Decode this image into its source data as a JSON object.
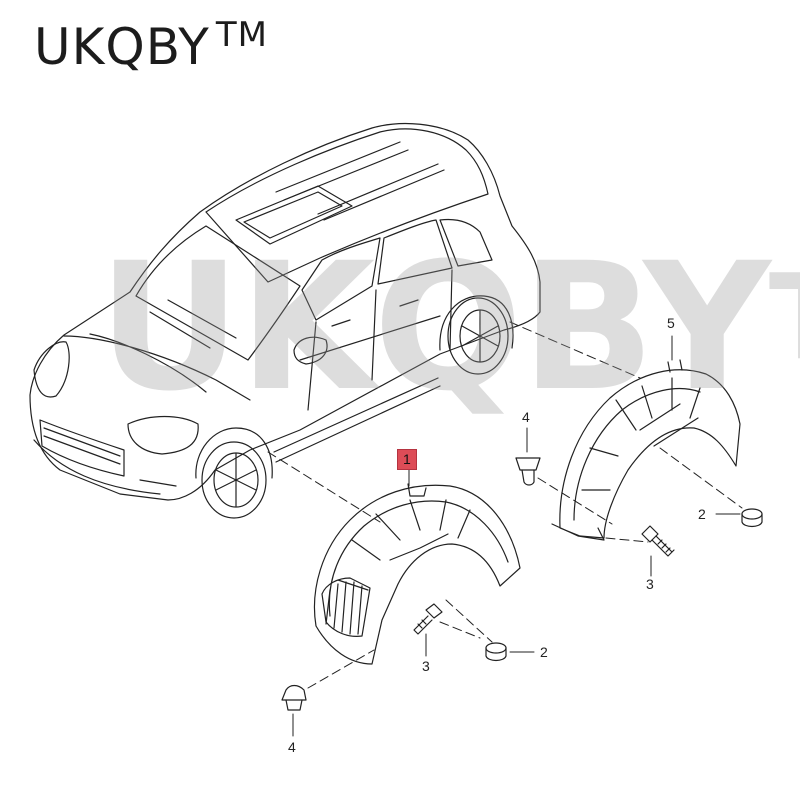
{
  "brand": {
    "name": "UKQBY",
    "trademark": "TM"
  },
  "watermark": {
    "name": "UKQBY",
    "trademark": "TM"
  },
  "callouts": [
    {
      "id": "front-liner",
      "label": "1",
      "highlighted": true
    },
    {
      "id": "nut-right",
      "label": "2"
    },
    {
      "id": "nut-front",
      "label": "2"
    },
    {
      "id": "screw-rear",
      "label": "3"
    },
    {
      "id": "screw-front",
      "label": "3"
    },
    {
      "id": "clip-rear",
      "label": "4"
    },
    {
      "id": "clip-front",
      "label": "4"
    },
    {
      "id": "rear-liner",
      "label": "5"
    }
  ],
  "colors": {
    "highlight": "#dd4c57",
    "line": "#222222",
    "watermark": "#969696"
  }
}
